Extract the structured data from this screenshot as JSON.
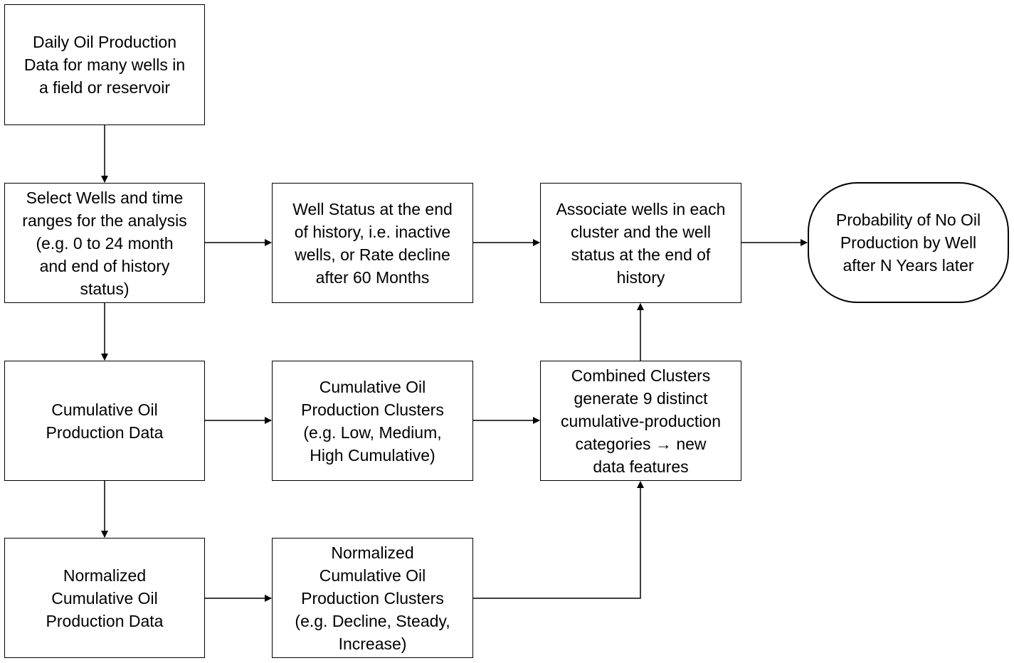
{
  "nodes": {
    "daily": "Daily Oil Production\nData for many wells in\na field or reservoir",
    "select": "Select Wells and time\nranges for the analysis\n(e.g. 0 to 24 month\nand end of history\nstatus)",
    "cumulative": "Cumulative Oil\nProduction Data",
    "normalized": "Normalized\nCumulative Oil\nProduction Data",
    "well_status": "Well Status at the end\nof history, i.e. inactive\nwells, or Rate decline\nafter 60 Months",
    "cum_clusters": "Cumulative Oil\nProduction Clusters\n(e.g. Low, Medium,\nHigh Cumulative)",
    "norm_clusters": "Normalized\nCumulative Oil\nProduction Clusters\n(e.g. Decline, Steady,\nIncrease)",
    "associate": "Associate wells in each\ncluster and the well\nstatus at the end of\nhistory",
    "combined": "Combined Clusters\ngenerate 9 distinct\ncumulative-production\ncategories → new\ndata features",
    "probability": "Probability of No Oil\nProduction by Well\nafter N Years later"
  },
  "colors": {
    "stroke": "#000000",
    "fill": "#ffffff",
    "text": "#000000"
  }
}
